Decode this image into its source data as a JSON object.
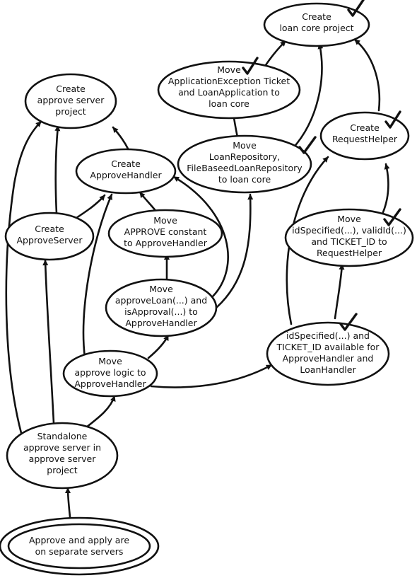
{
  "diagram": {
    "colors": {
      "ink": "#111111",
      "background": "#ffffff"
    },
    "nodes": [
      {
        "id": "n1",
        "lines": [
          "Create",
          "loan core project"
        ],
        "done": true
      },
      {
        "id": "n2",
        "lines": [
          "Move",
          "ApplicationException Ticket",
          "and LoanApplication to",
          "loan core"
        ],
        "done": true
      },
      {
        "id": "n3",
        "lines": [
          "Create",
          "approve server",
          "project"
        ],
        "done": false
      },
      {
        "id": "n4",
        "lines": [
          "Create",
          "RequestHelper"
        ],
        "done": true
      },
      {
        "id": "n5",
        "lines": [
          "Move",
          "LoanRepository,",
          "FileBaseedLoanRepository",
          "to loan core"
        ],
        "done": true
      },
      {
        "id": "n6",
        "lines": [
          "Create",
          "ApproveHandler"
        ],
        "done": false
      },
      {
        "id": "n7",
        "lines": [
          "Create",
          "ApproveServer"
        ],
        "done": false
      },
      {
        "id": "n8",
        "lines": [
          "Move",
          "APPROVE constant",
          "to ApproveHandler"
        ],
        "done": false
      },
      {
        "id": "n9",
        "lines": [
          "Move",
          "idSpecified(...), validId(...)",
          "and TICKET_ID to",
          "RequestHelper"
        ],
        "done": true
      },
      {
        "id": "n10",
        "lines": [
          "Move",
          "approveLoan(...) and",
          "isApproval(...) to",
          "ApproveHandler"
        ],
        "done": false
      },
      {
        "id": "n11",
        "lines": [
          "idSpecified(...) and",
          "TICKET_ID available for",
          "ApproveHandler and",
          "LoanHandler"
        ],
        "done": true
      },
      {
        "id": "n12",
        "lines": [
          "Move",
          "approve logic to",
          "ApproveHandler"
        ],
        "done": false
      },
      {
        "id": "n13",
        "lines": [
          "Standalone",
          "approve server in",
          "approve server",
          "project"
        ],
        "done": false
      },
      {
        "id": "n14",
        "lines": [
          "Approve and apply are",
          "on separate servers"
        ],
        "done": false,
        "goal": true
      }
    ],
    "edges": [
      {
        "id": "e1",
        "from": "n14",
        "to": "n13"
      },
      {
        "id": "e2",
        "from": "n13",
        "to": "n3"
      },
      {
        "id": "e3",
        "from": "n13",
        "to": "n7"
      },
      {
        "id": "e4",
        "from": "n13",
        "to": "n12"
      },
      {
        "id": "e5",
        "from": "n7",
        "to": "n3"
      },
      {
        "id": "e6",
        "from": "n7",
        "to": "n6"
      },
      {
        "id": "e7",
        "from": "n6",
        "to": "n3"
      },
      {
        "id": "e8",
        "from": "n12",
        "to": "n6"
      },
      {
        "id": "e9",
        "from": "n12",
        "to": "n10"
      },
      {
        "id": "e10",
        "from": "n12",
        "to": "n11"
      },
      {
        "id": "e11",
        "from": "n10",
        "to": "n8"
      },
      {
        "id": "e12",
        "from": "n8",
        "to": "n6"
      },
      {
        "id": "e13",
        "from": "n10",
        "to": "n6"
      },
      {
        "id": "e14",
        "from": "n10",
        "to": "n5"
      },
      {
        "id": "e15",
        "from": "n5",
        "to": "n2"
      },
      {
        "id": "e16",
        "from": "n5",
        "to": "n1"
      },
      {
        "id": "e17",
        "from": "n2",
        "to": "n1"
      },
      {
        "id": "e18",
        "from": "n4",
        "to": "n1"
      },
      {
        "id": "e19",
        "from": "n11",
        "to": "n4"
      },
      {
        "id": "e20",
        "from": "n11",
        "to": "n9"
      },
      {
        "id": "e21",
        "from": "n9",
        "to": "n4"
      }
    ]
  }
}
